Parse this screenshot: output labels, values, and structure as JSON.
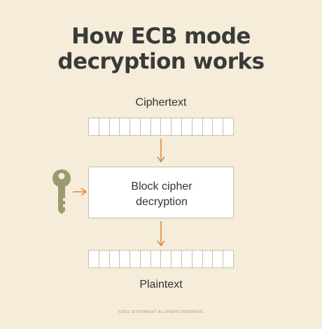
{
  "title": {
    "line1": "How ECB mode",
    "line2": "decryption works"
  },
  "ciphertext_label": "Ciphertext",
  "block_cipher": {
    "line1": "Block cipher",
    "line2": "decryption"
  },
  "plaintext_label": "Plaintext",
  "key_icon": "key-icon",
  "block_count": 14,
  "footer": "©2021 TECHTARGET. ALL RIGHTS RESERVED.",
  "colors": {
    "background": "#f5edd9",
    "title_text": "#3a3a3a",
    "body_text": "#333333",
    "cell_border": "#c8c0a8",
    "arrow": "#e08a3c",
    "key": "#9a9a70",
    "footer_text": "#9e9786"
  }
}
